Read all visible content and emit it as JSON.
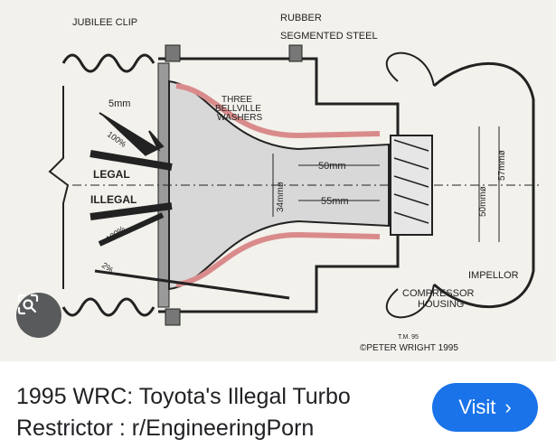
{
  "image": {
    "labels": {
      "jubilee_clip": "JUBILEE CLIP",
      "rubber": "RUBBER",
      "segmented_steel": "SEGMENTED STEEL",
      "five_mm": "5mm",
      "three": "THREE",
      "bellville": "BELLVILLE",
      "washers": "WASHERS",
      "hundred_top": "100%",
      "legal": "LEGAL",
      "illegal": "ILLEGAL",
      "hundred_bottom": "100%",
      "two_pct": "2%",
      "fifty_mm": "50mm",
      "fiftyfive_mm": "55mm",
      "thirtyfour_mm": "34mmø",
      "fifty_mm_vert": "50mmø",
      "fiftyseven_mm": "57mmø",
      "impellor": "IMPELLOR",
      "compressor": "COMPRESSOR",
      "housing": "HOUSING",
      "tm": "T.M. 95",
      "copyright": "©PETER WRIGHT 1995"
    }
  },
  "result": {
    "caption_line1": "1995 WRC: Toyota's Illegal Turbo",
    "caption_line2": "Restrictor : r/EngineeringPorn",
    "visit_label": "Visit",
    "visit_chevron": "›"
  }
}
